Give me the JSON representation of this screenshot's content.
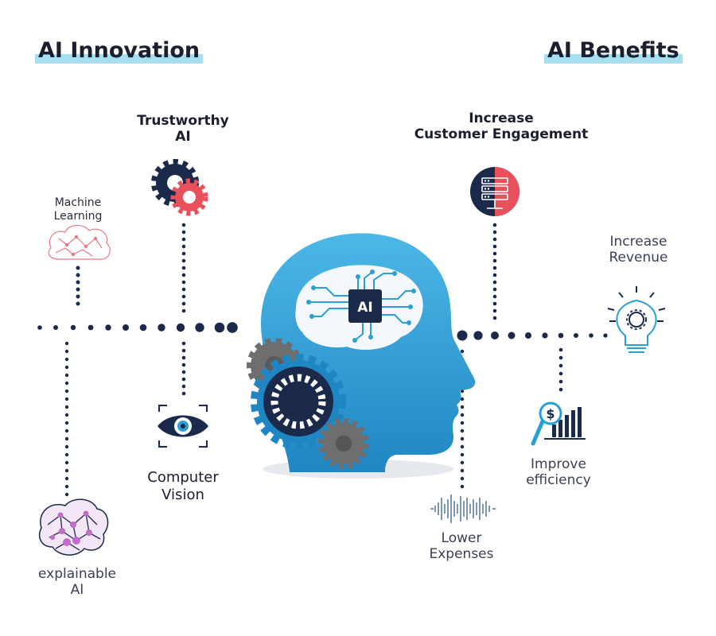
{
  "headings": {
    "left": "AI Innovation",
    "right": "AI Benefits"
  },
  "innovation": {
    "trustworthy": "Trustworthy\nAI",
    "machine_learning": "Machine\nLearning",
    "computer_vision": "Computer\nVision",
    "explainable": "explainable\nAI"
  },
  "benefits": {
    "customer_engagement": "Increase\nCustomer Engagement",
    "revenue": "Increase\nRevenue",
    "efficiency": "Improve\nefficiency",
    "expenses": "Lower\nExpenses"
  },
  "chip_label": "AI",
  "colors": {
    "navy": "#1b2a4a",
    "head_blue": "#2a9fd6",
    "coral": "#e8505b",
    "highlight": "#a8dfee"
  }
}
